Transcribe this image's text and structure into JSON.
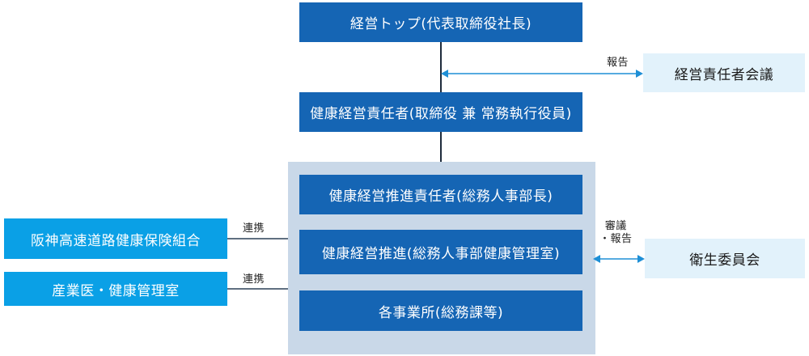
{
  "boxes": {
    "top": "経営トップ(代表取締役社長)",
    "officer": "健康経営責任者(取締役 兼 常務執行役員)",
    "meeting": "経営責任者会議",
    "promo_head": "健康経営推進責任者(総務人事部長)",
    "promo": "健康経営推進(総務人事部健康管理室)",
    "offices": "各事業所(総務課等)",
    "union": "阪神高速道路健康保険組合",
    "doctor": "産業医・健康管理室",
    "committee": "衛生委員会"
  },
  "labels": {
    "report": "報告",
    "deliberate_line1": "審議",
    "deliberate_line2": "・報告",
    "union_link": "連携",
    "doctor_link": "連携"
  },
  "colors": {
    "primary_box": "#1565b4",
    "external_box": "#0aa0e6",
    "pale_box": "#e2f2fb",
    "group_bg": "#c9d8e8",
    "arrow": "#1e8fd6"
  }
}
